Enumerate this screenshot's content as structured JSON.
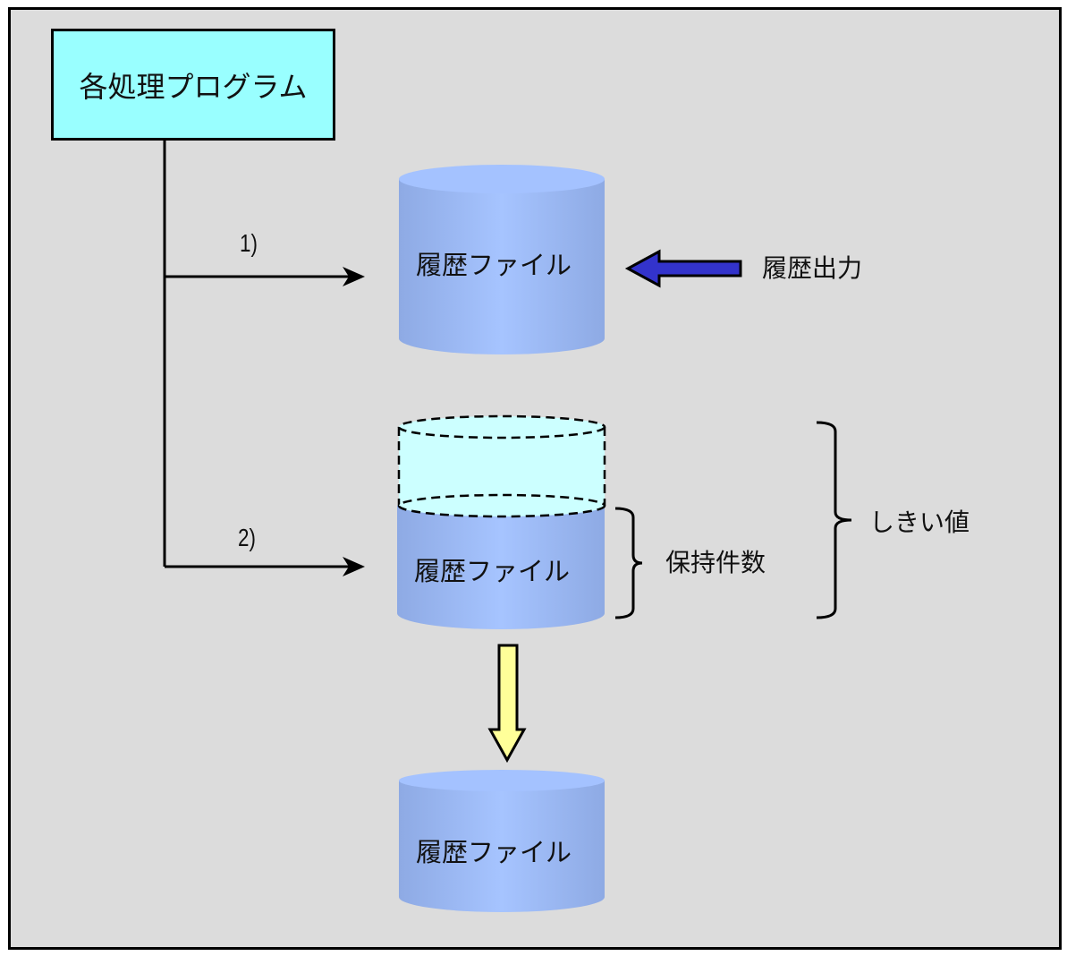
{
  "diagram": {
    "program_box": {
      "label": "各処理プログラム",
      "fill": "#99ffff"
    },
    "steps": [
      {
        "label": "1)"
      },
      {
        "label": "2)"
      }
    ],
    "history_file_label": "履歴ファイル",
    "history_output_label": "履歴出力",
    "retention_count_label": "保持件数",
    "threshold_label": "しきい値",
    "colors": {
      "background": "#dcdcdc",
      "cylinder_edge": "#8eaae4",
      "cylinder_center": "#a4c2ff",
      "cylinder_top": "#a4c2ff",
      "dashed_cylinder_fill": "#ccffff",
      "output_arrow": "#3333cc",
      "move_arrow": "#ffff99"
    }
  }
}
